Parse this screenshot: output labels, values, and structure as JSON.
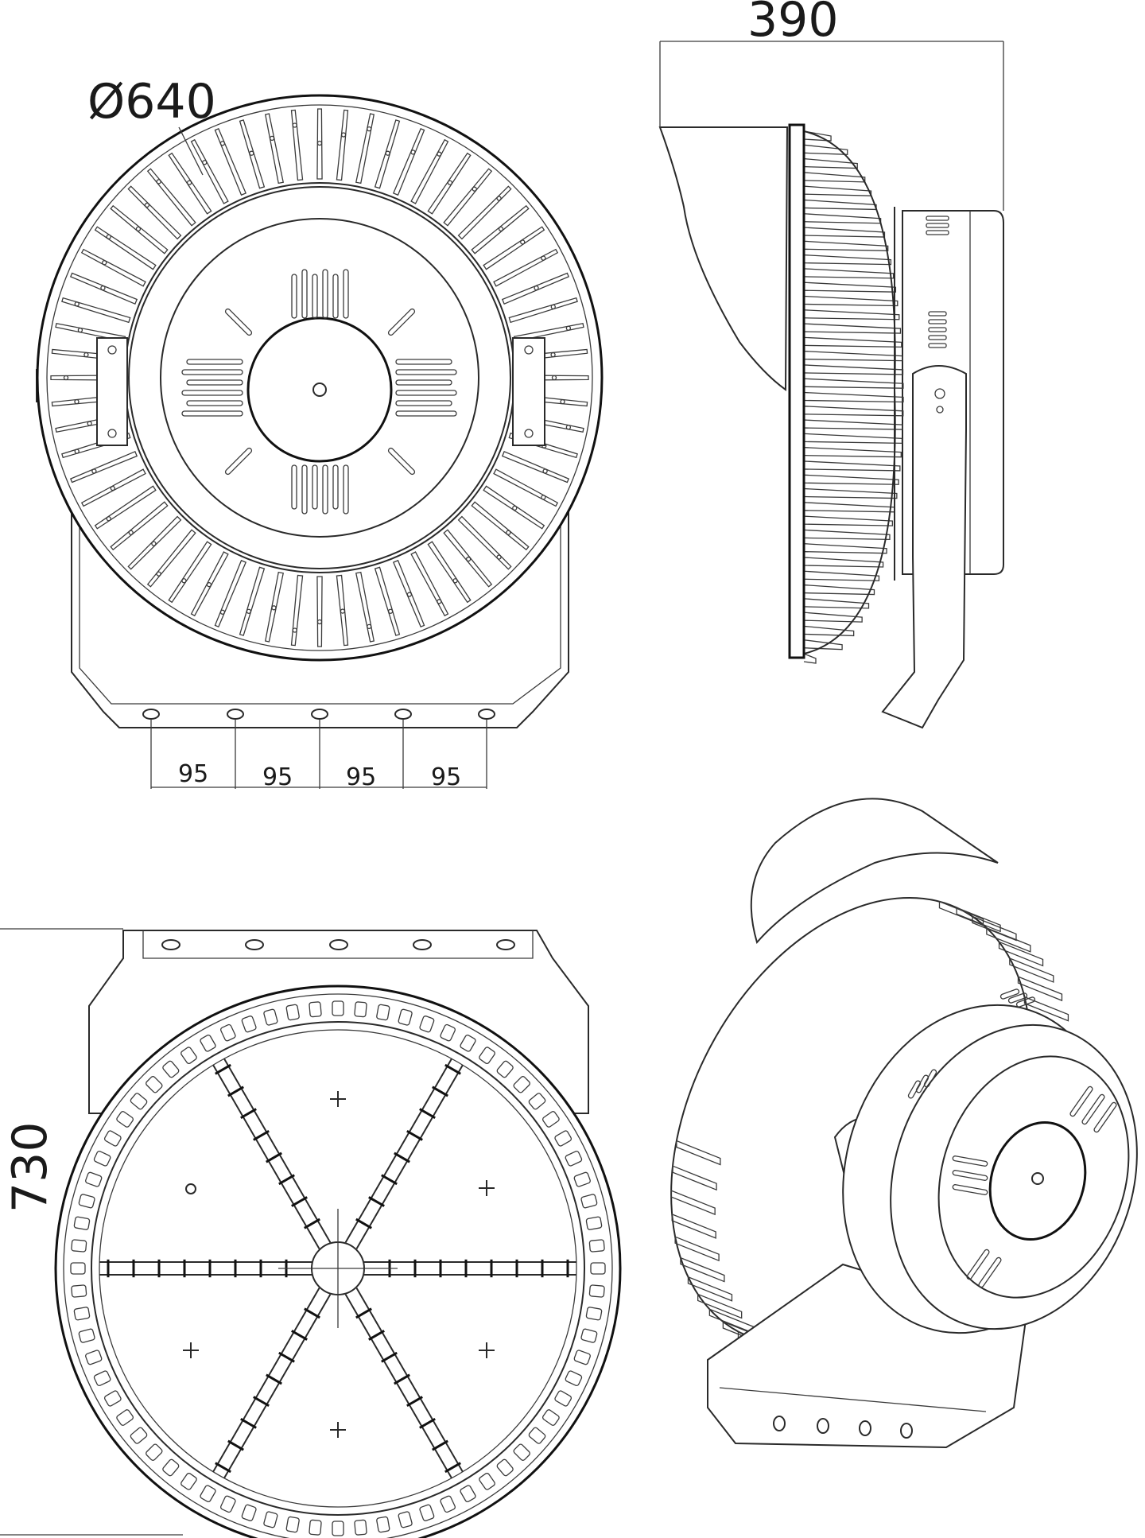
{
  "dimensions": {
    "diameter": "Ø640",
    "depth": "390",
    "height": "730",
    "hole_spacing": [
      "95",
      "95",
      "95",
      "95"
    ]
  },
  "colors": {
    "line": "#2a2a2a",
    "background": "#ffffff"
  }
}
